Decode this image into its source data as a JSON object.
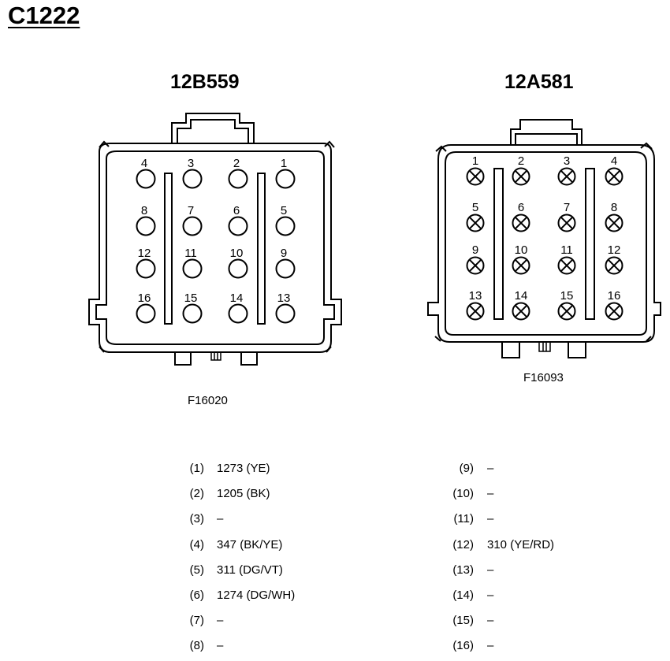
{
  "title": "C1222",
  "left_connector": {
    "name": "12B559",
    "figure_id": "F16020",
    "cavity_labels": [
      "1",
      "2",
      "3",
      "4",
      "5",
      "6",
      "7",
      "8",
      "9",
      "10",
      "11",
      "12",
      "13",
      "14",
      "15",
      "16"
    ]
  },
  "right_connector": {
    "name": "12A581",
    "figure_id": "F16093",
    "cavity_labels": [
      "1",
      "2",
      "3",
      "4",
      "5",
      "6",
      "7",
      "8",
      "9",
      "10",
      "11",
      "12",
      "13",
      "14",
      "15",
      "16"
    ]
  },
  "pinout_left": [
    {
      "pin": "(1)",
      "circuit": "1273 (YE)"
    },
    {
      "pin": "(2)",
      "circuit": "1205 (BK)"
    },
    {
      "pin": "(3)",
      "circuit": "–"
    },
    {
      "pin": "(4)",
      "circuit": "347 (BK/YE)"
    },
    {
      "pin": "(5)",
      "circuit": "311 (DG/VT)"
    },
    {
      "pin": "(6)",
      "circuit": "1274 (DG/WH)"
    },
    {
      "pin": "(7)",
      "circuit": "–"
    },
    {
      "pin": "(8)",
      "circuit": "–"
    }
  ],
  "pinout_right": [
    {
      "pin": "(9)",
      "circuit": "–"
    },
    {
      "pin": "(10)",
      "circuit": "–"
    },
    {
      "pin": "(11)",
      "circuit": "–"
    },
    {
      "pin": "(12)",
      "circuit": "310 (YE/RD)"
    },
    {
      "pin": "(13)",
      "circuit": "–"
    },
    {
      "pin": "(14)",
      "circuit": "–"
    },
    {
      "pin": "(15)",
      "circuit": "–"
    },
    {
      "pin": "(16)",
      "circuit": "–"
    }
  ]
}
